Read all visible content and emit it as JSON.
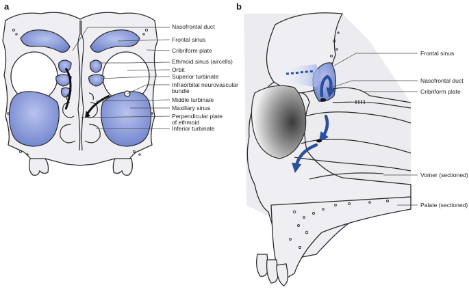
{
  "panels": [
    {
      "letter": "a",
      "labels": [
        "Nasofrontal duct",
        "Frontal sinus",
        "Cribriform plate",
        "Ethmoid sinus (aircells)",
        "Orbit",
        "Superior turbinate",
        "Infraorbital neurovascular",
        "bundle",
        "Middle turbinate",
        "Maxillary sinus",
        "Perpendicular plate",
        "of ethmoid",
        "Inferior turbinate"
      ]
    },
    {
      "letter": "b",
      "labels": [
        "Frontal sinus",
        "Nasofrontal duct",
        "Cribriform plate",
        "Vomer (sectioned)",
        "Palate (sectioned)"
      ]
    }
  ],
  "colors": {
    "sinus_fill": "#7d8fd4",
    "bone_fill": "#efeff3",
    "arrow_blue": "#2a4f9c",
    "line": "#2a2a2a"
  }
}
